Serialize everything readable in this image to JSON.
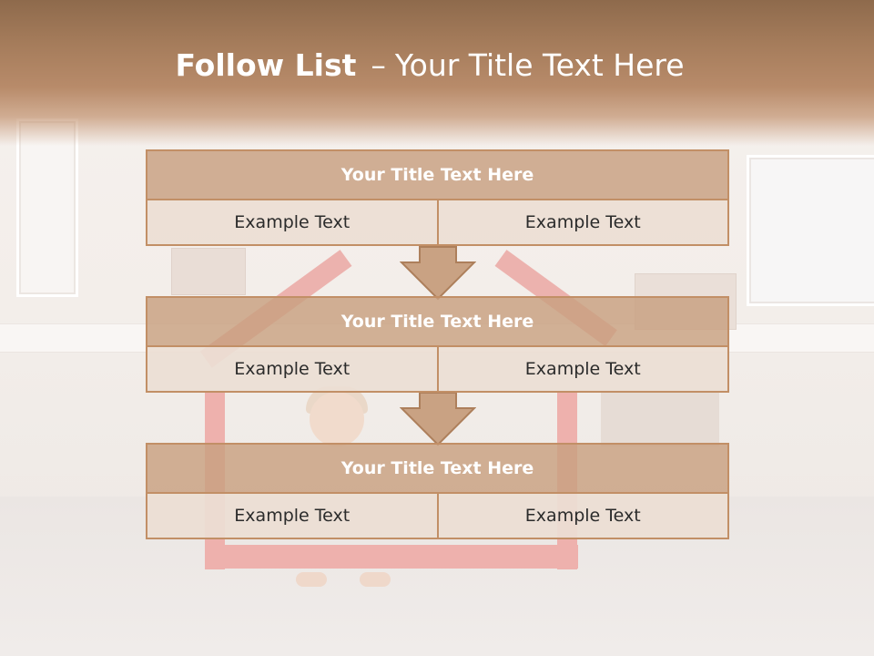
{
  "slide": {
    "title_bold": "Follow List",
    "title_separator": "–",
    "title_rest": "Your Title Text Here"
  },
  "colors": {
    "header_brown": "#a57c5b",
    "block_title_fill": "#c8a080",
    "block_border": "#c28f66",
    "cell_fill": "#ecded4",
    "arrow_fill": "#c9a283",
    "title_text": "#ffffff",
    "body_text": "#2b2b2b"
  },
  "blocks": [
    {
      "title": "Your Title Text Here",
      "cells": [
        "Example Text",
        "Example Text"
      ]
    },
    {
      "title": "Your Title Text Here",
      "cells": [
        "Example Text",
        "Example Text"
      ]
    },
    {
      "title": "Your Title Text Here",
      "cells": [
        "Example Text",
        "Example Text"
      ]
    }
  ],
  "arrows": [
    {
      "icon": "down-arrow-icon"
    },
    {
      "icon": "down-arrow-icon"
    }
  ]
}
